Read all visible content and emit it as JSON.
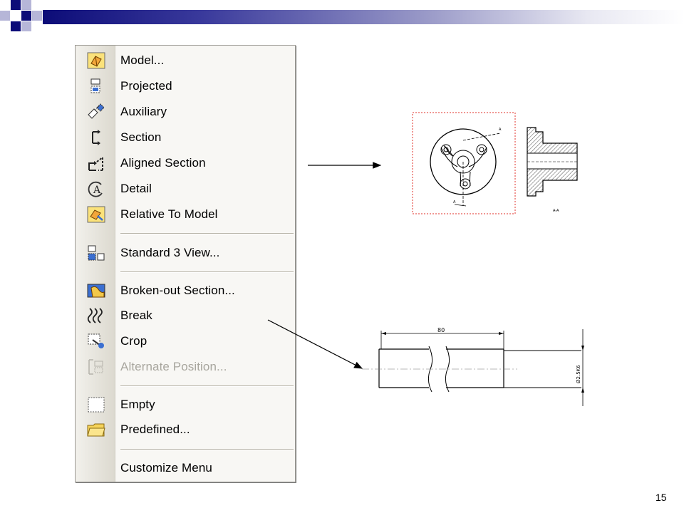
{
  "menu": {
    "items": [
      {
        "label": "Model...",
        "icon": "model-view-icon"
      },
      {
        "label": "Projected",
        "icon": "projected-view-icon"
      },
      {
        "label": "Auxiliary",
        "icon": "auxiliary-view-icon"
      },
      {
        "label": "Section",
        "icon": "section-view-icon"
      },
      {
        "label": "Aligned Section",
        "icon": "aligned-section-icon"
      },
      {
        "label": "Detail",
        "icon": "detail-view-icon"
      },
      {
        "label": "Relative To Model",
        "icon": "relative-to-model-icon"
      },
      {
        "label": "Standard 3 View...",
        "icon": "standard-3-view-icon"
      },
      {
        "label": "Broken-out Section...",
        "icon": "broken-out-section-icon"
      },
      {
        "label": "Break",
        "icon": "break-view-icon"
      },
      {
        "label": "Crop",
        "icon": "crop-view-icon"
      },
      {
        "label": "Alternate Position...",
        "icon": "alternate-position-icon",
        "disabled": true
      },
      {
        "label": "Empty",
        "icon": "empty-view-icon"
      },
      {
        "label": "Predefined...",
        "icon": "predefined-view-icon"
      },
      {
        "label": "Customize Menu",
        "icon": ""
      }
    ]
  },
  "drawing_top": {
    "label_a": "A",
    "label_aa": "A-A"
  },
  "drawing_bottom": {
    "dim_length": "80",
    "dim_diameter": "Ø2.5K6"
  },
  "slide": {
    "page_number": "15"
  },
  "colors": {
    "header_dark": "#0c0c78",
    "selection_box": "#e0302a",
    "disabled_text": "#a8a69e"
  }
}
